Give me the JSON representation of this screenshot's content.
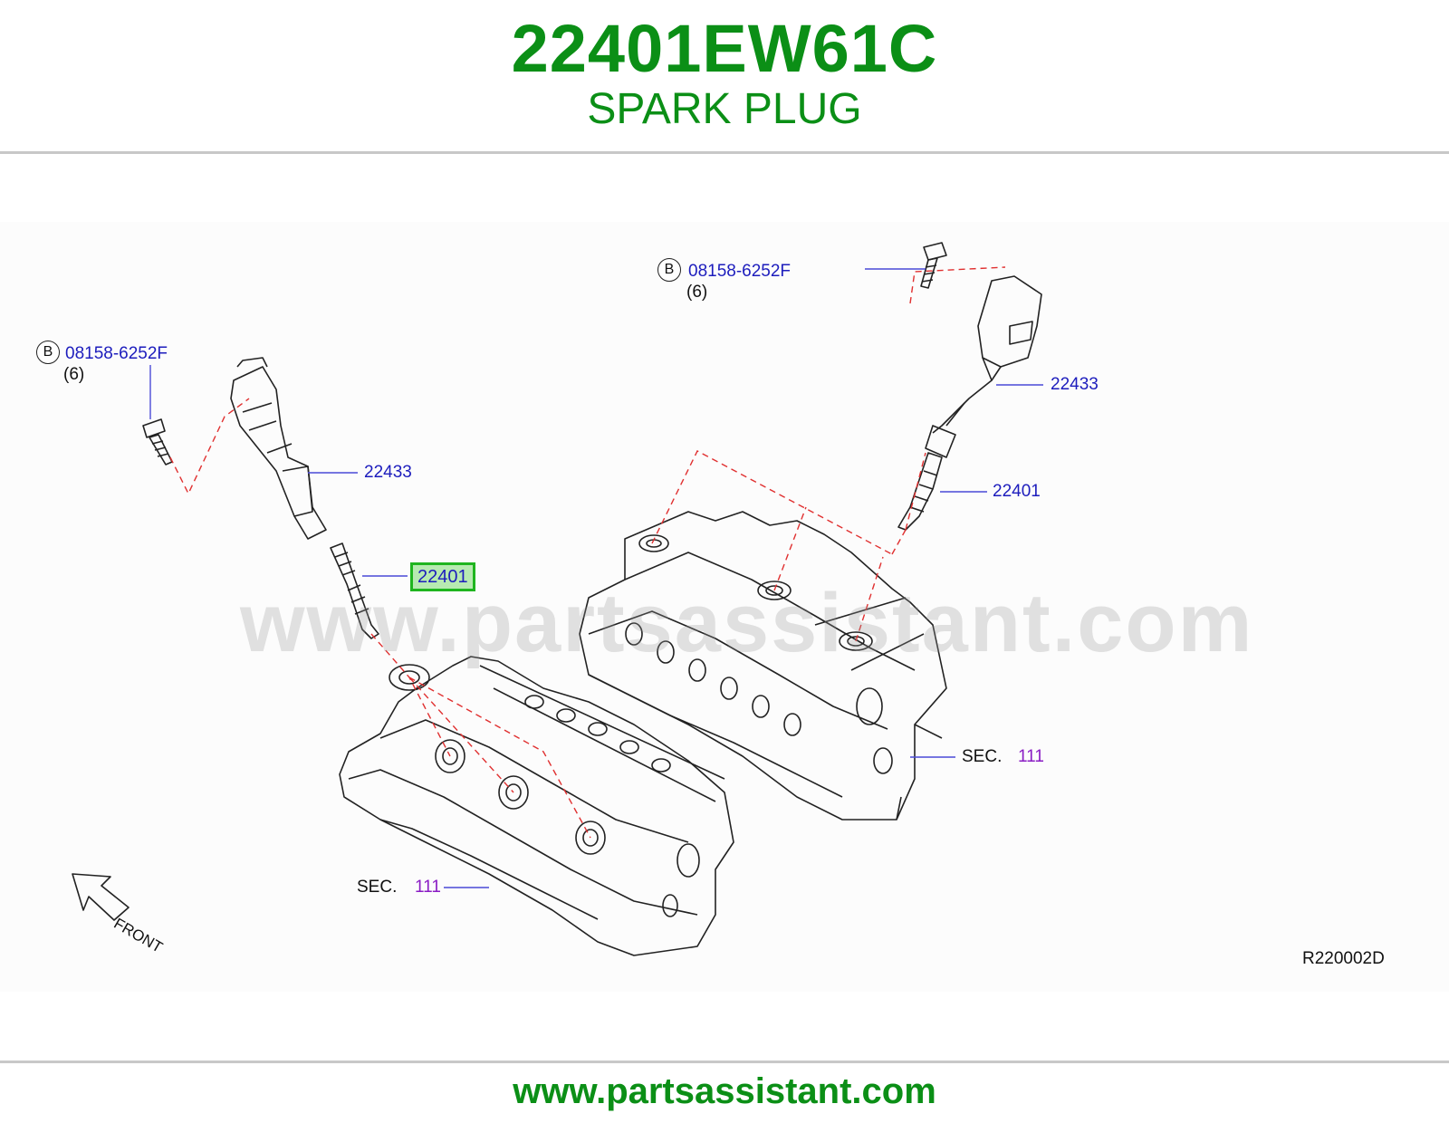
{
  "header": {
    "part_number": "22401EW61C",
    "part_name": "SPARK PLUG"
  },
  "callouts": {
    "bolt_left": {
      "circle_letter": "B",
      "part": "08158-6252F",
      "qty": "(6)"
    },
    "bolt_right": {
      "circle_letter": "B",
      "part": "08158-6252F",
      "qty": "(6)"
    },
    "coil_left": "22433",
    "coil_right": "22433",
    "plug_left_highlighted": "22401",
    "plug_right": "22401",
    "sec_left": {
      "prefix": "SEC.",
      "number": "111"
    },
    "sec_right": {
      "prefix": "SEC.",
      "number": "111"
    },
    "front_label": "FRONT",
    "diagram_code": "R220002D"
  },
  "watermark": "www.partsassistant.com",
  "footer": {
    "url": "www.partsassistant.com"
  },
  "colors": {
    "brand_green": "#0b8f16",
    "callout_blue": "#1d1dbd",
    "section_purple": "#8a1cc4",
    "highlight_fill": "#b7eab1",
    "leader_red": "#e03030"
  }
}
